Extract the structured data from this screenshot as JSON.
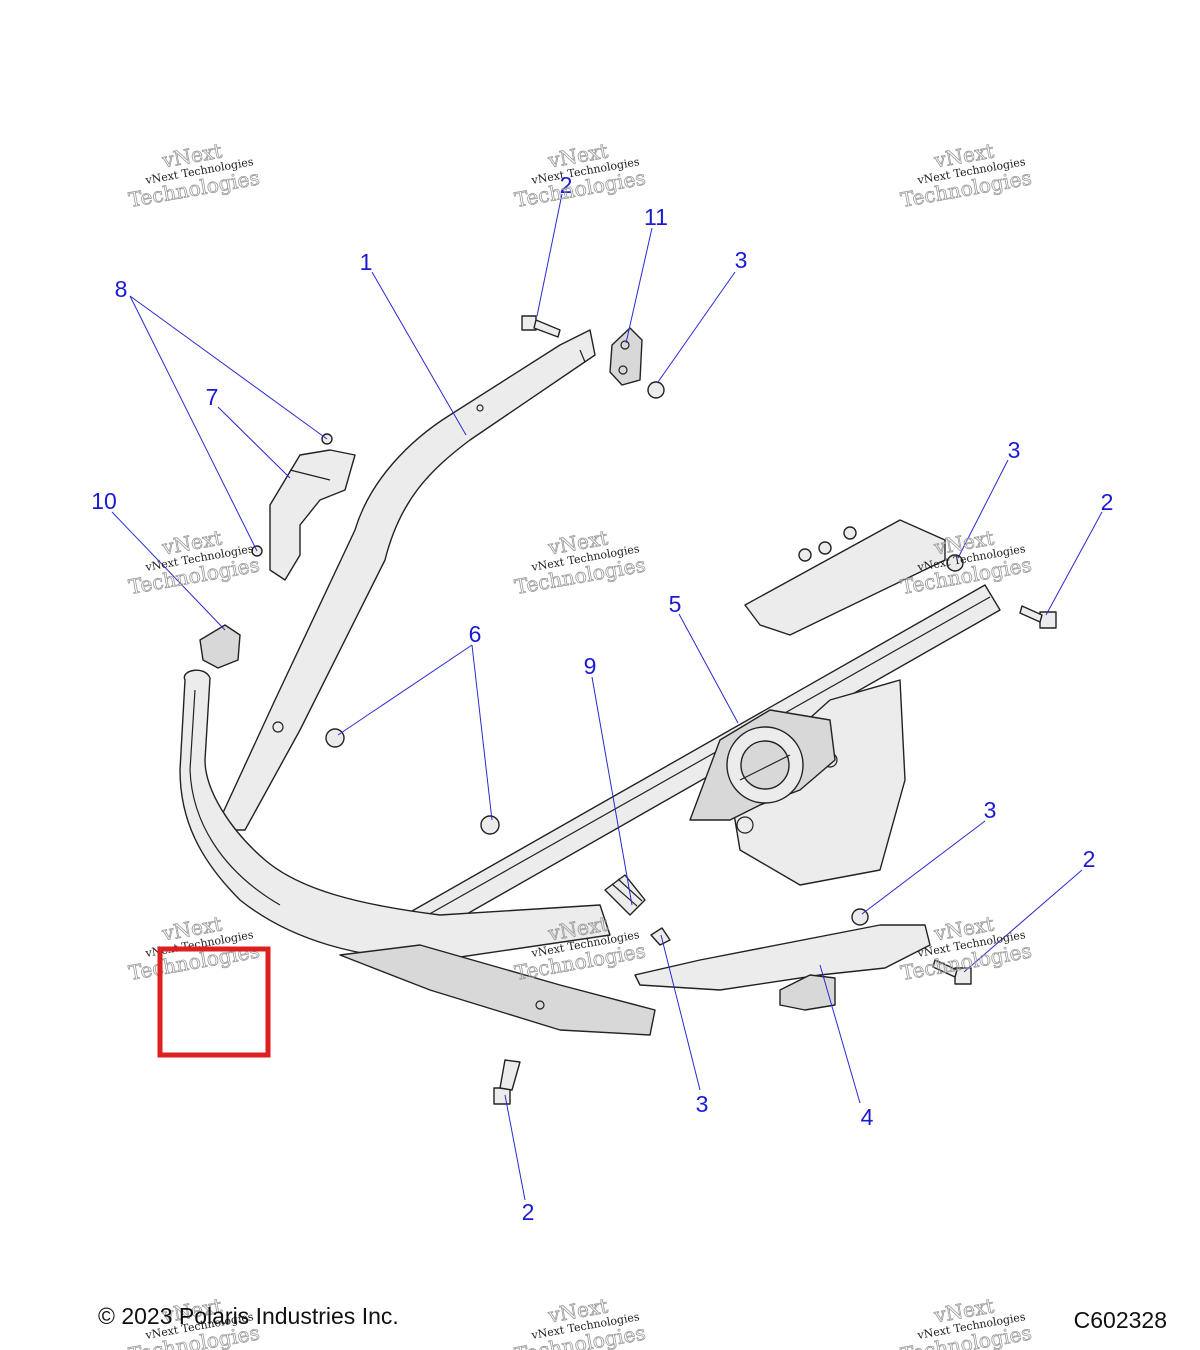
{
  "diagram": {
    "callouts": {
      "c1": "1",
      "c2a": "2",
      "c2b": "2",
      "c2c": "2",
      "c2d": "2",
      "c3a": "3",
      "c3b": "3",
      "c3c": "3",
      "c3d": "3",
      "c4": "4",
      "c5": "5",
      "c6": "6",
      "c7": "7",
      "c8": "8",
      "c9": "9",
      "c10": "10",
      "c11": "11"
    },
    "watermark": {
      "line1": "vNext Technologies",
      "line2a": "vNext",
      "line2b": "Technologies"
    },
    "footer": {
      "copyright": "© 2023 Polaris Industries Inc.",
      "code": "C602328"
    },
    "colors": {
      "callout": "#1a1ad4",
      "highlight": "#dd1f1f"
    }
  }
}
